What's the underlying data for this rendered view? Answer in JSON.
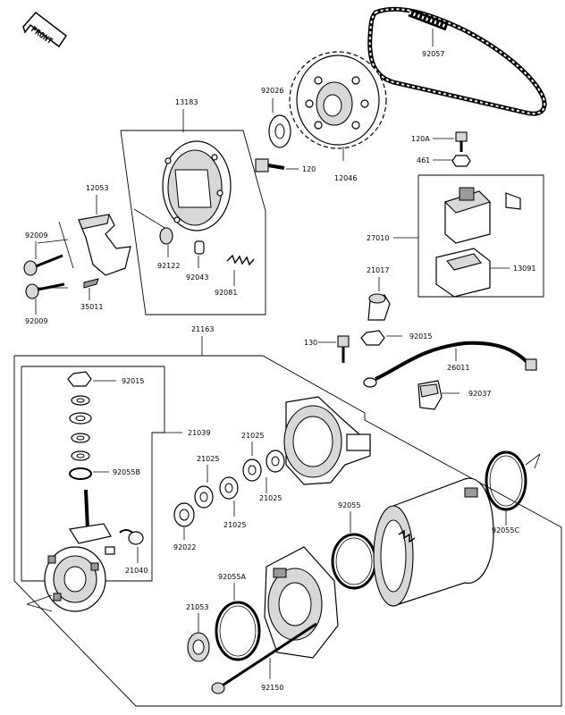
{
  "diagram": {
    "front_label": "FRONT",
    "labels": {
      "p92057": "92057",
      "p92026": "92026",
      "p13183": "13183",
      "p120": "120",
      "p12046": "12046",
      "p120A": "120A",
      "p461": "461",
      "p12053": "12053",
      "p27010": "27010",
      "p92009a": "92009",
      "p92122": "92122",
      "p92043": "92043",
      "p92081": "92081",
      "p13091": "13091",
      "p35011": "35011",
      "p92009b": "92009",
      "p21017": "21017",
      "p21163": "21163",
      "p130": "130",
      "p92015a": "92015",
      "p26011": "26011",
      "p92015b": "92015",
      "p92037": "92037",
      "p21039": "21039",
      "p21025a": "21025",
      "p21025b": "21025",
      "p92055B": "92055B",
      "p21025c": "21025",
      "p21025d": "21025",
      "p92055": "92055",
      "p92055C": "92055C",
      "p92022": "92022",
      "p21040": "21040",
      "p92055A": "92055A",
      "p21053": "21053",
      "p92150": "92150"
    }
  }
}
